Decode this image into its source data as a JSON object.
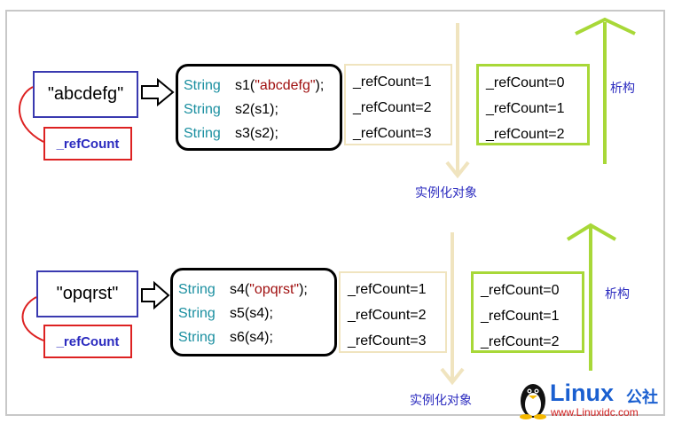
{
  "groups": [
    {
      "string_value": "\"abcdefg\"",
      "refcount_label": "_refCount",
      "code_lines": [
        {
          "type": "String",
          "pre": "s1(",
          "lit": "\"abcdefg\"",
          "post": ");"
        },
        {
          "type": "String",
          "pre": "s2(s1);",
          "lit": "",
          "post": ""
        },
        {
          "type": "String",
          "pre": "s3(s2);",
          "lit": "",
          "post": ""
        }
      ],
      "construct_counts": [
        "_refCount=1",
        "_refCount=2",
        "_refCount=3"
      ],
      "destruct_counts": [
        "_refCount=0",
        "_refCount=1",
        "_refCount=2"
      ],
      "construct_caption": "实例化对象",
      "destruct_caption": "析构"
    },
    {
      "string_value": "\"opqrst\"",
      "refcount_label": "_refCount",
      "code_lines": [
        {
          "type": "String",
          "pre": "s4(",
          "lit": "\"opqrst\"",
          "post": ");"
        },
        {
          "type": "String",
          "pre": "s5(s4);",
          "lit": "",
          "post": ""
        },
        {
          "type": "String",
          "pre": "s6(s4);",
          "lit": "",
          "post": ""
        }
      ],
      "construct_counts": [
        "_refCount=1",
        "_refCount=2",
        "_refCount=3"
      ],
      "destruct_counts": [
        "_refCount=0",
        "_refCount=1",
        "_refCount=2"
      ],
      "construct_caption": "实例化对象",
      "destruct_caption": "析构"
    }
  ],
  "watermark": {
    "brand": "Linux",
    "brand_cn": "公社",
    "url": "www.Linuxidc.com"
  },
  "colors": {
    "string_box_border": "#3a3ab0",
    "refcount_box_border": "#dd2222",
    "keyword": "#1a8fa0",
    "literal": "#a01010",
    "construct_arrow": "#f0e4bf",
    "destruct_arrow": "#a8d838",
    "caption": "#2b2bbf"
  }
}
